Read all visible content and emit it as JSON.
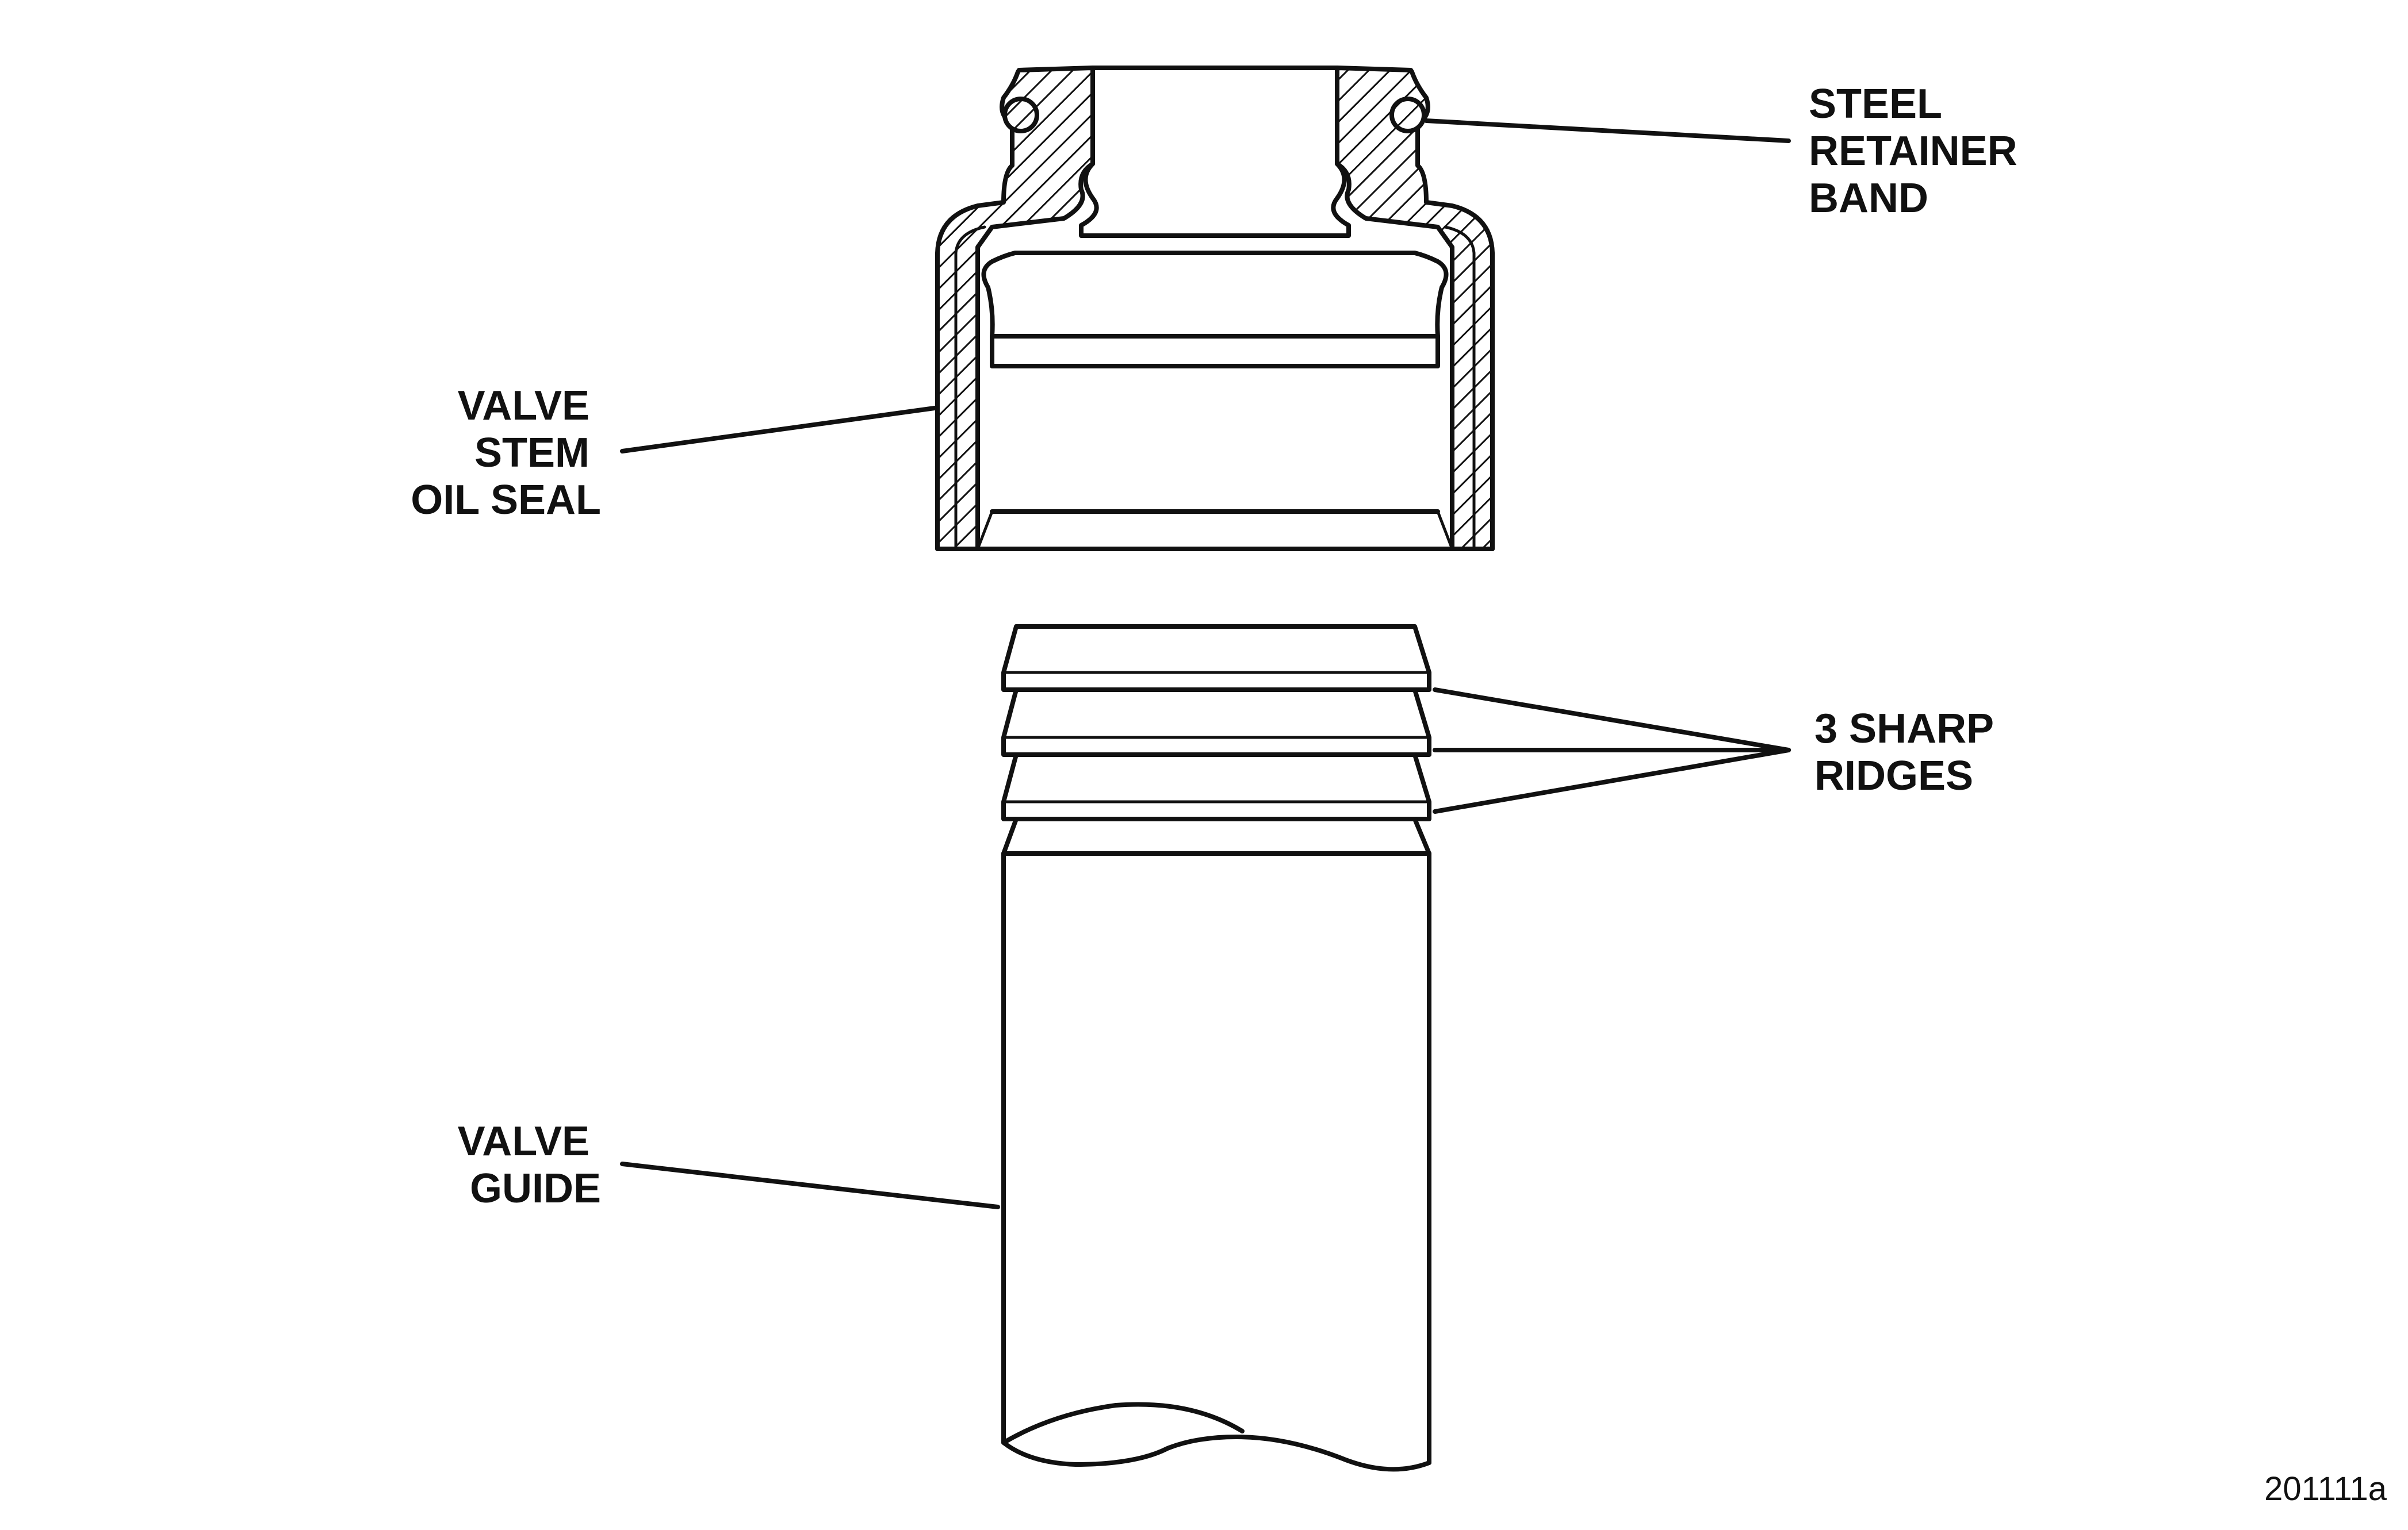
{
  "labels": {
    "steel_retainer_band": [
      "STEEL",
      "RETAINER",
      "BAND"
    ],
    "valve_stem_oil_seal": [
      "VALVE",
      "STEM",
      "OIL SEAL"
    ],
    "sharp_ridges": [
      "3 SHARP",
      "RIDGES"
    ],
    "valve_guide": [
      "VALVE",
      "GUIDE"
    ]
  },
  "figure_number": "201111a",
  "colors": {
    "ink": "#111111",
    "background": "#ffffff"
  }
}
